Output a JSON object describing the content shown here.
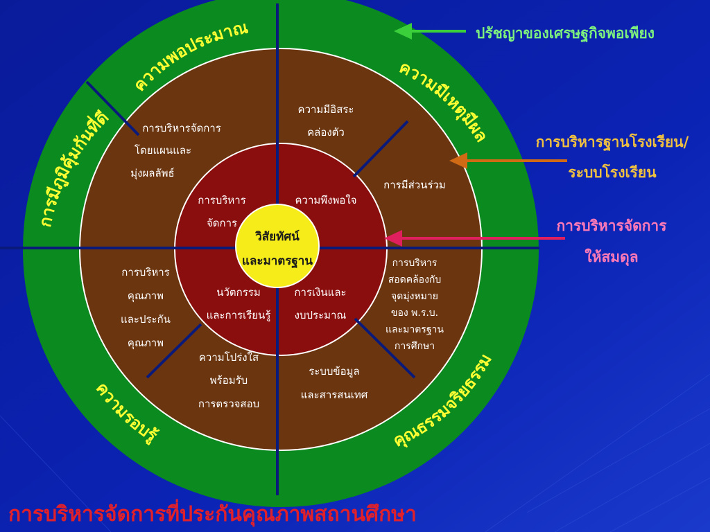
{
  "colors": {
    "background": "#0b22b0",
    "outer_ring": "#0b8a1f",
    "middle_ring": "#6b3510",
    "inner_ring": "#8b0e0e",
    "center": "#f5ec1a",
    "divider": "#0a1a7a",
    "ring_text_yellow": "#ffff33",
    "arrow_green": "#3ccf3c",
    "arrow_orange": "#d16a14",
    "arrow_pink": "#e0205e",
    "title_red": "#e0202a"
  },
  "outer_ring": {
    "sufficiency": "ความพอประมาณ",
    "reasonable": "ความมีเหตุมีผล",
    "immunity": "การมีภูมิคุ้มกันที่ดี",
    "knowledge": "ความรอบรู้",
    "morality": "คุณธรรมจริยธรรม"
  },
  "middle_ring": {
    "results_based_management": [
      "การบริหารจัดการ",
      "โดยแผนและ",
      "มุ่งผลลัพธ์"
    ],
    "autonomy": [
      "ความมีอิสระ",
      "คล่องตัว"
    ],
    "participation": "การมีส่วนร่วม",
    "alignment": [
      "การบริหาร",
      "สอดคล้องกับ",
      "จุดมุ่งหมาย",
      "ของ พ.ร.บ.",
      "และมาตรฐาน",
      "การศึกษา"
    ],
    "information": [
      "ระบบข้อมูล",
      "และสารสนเทศ"
    ],
    "transparency": [
      "ความโปร่งใส",
      "พร้อมรับ",
      "การตรวจสอบ"
    ],
    "quality": [
      "การบริหาร",
      "คุณภาพ",
      "และประกัน",
      "คุณภาพ"
    ]
  },
  "inner_ring": {
    "administration": [
      "การบริหาร",
      "จัดการ"
    ],
    "satisfaction": "ความพึงพอใจ",
    "finance": [
      "การเงินและ",
      "งบประมาณ"
    ],
    "innovation": [
      "นวัตกรรม",
      "และการเรียนรู้"
    ]
  },
  "center": [
    "วิสัยทัศน์",
    "และมาตรฐาน"
  ],
  "annotations": {
    "philosophy": "ปรัชญาของเศรษฐกิจพอเพียง",
    "sbm": [
      "การบริหารฐานโรงเรียน/",
      "ระบบโรงเรียน"
    ],
    "balanced": [
      "การบริหารจัดการ",
      "ให้สมดุล"
    ]
  },
  "title": "การบริหารจัดการที่ประกันคุณภาพสถานศึกษา"
}
